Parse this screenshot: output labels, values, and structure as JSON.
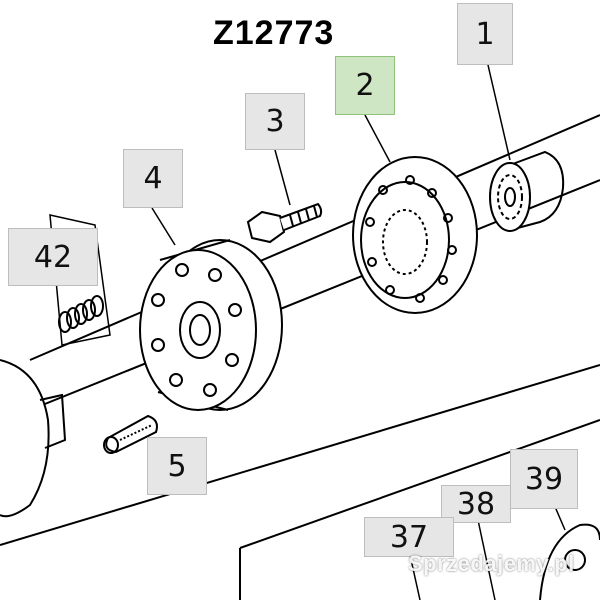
{
  "part_number": "Z12773",
  "callouts": [
    {
      "label": "1",
      "highlight": false
    },
    {
      "label": "2",
      "highlight": true
    },
    {
      "label": "3",
      "highlight": false
    },
    {
      "label": "4",
      "highlight": false
    },
    {
      "label": "42",
      "highlight": false
    },
    {
      "label": "5",
      "highlight": false
    },
    {
      "label": "39",
      "highlight": false
    },
    {
      "label": "38",
      "highlight": false
    },
    {
      "label": "37",
      "highlight": false
    }
  ],
  "colors": {
    "highlight_box": "#cfe6c4",
    "callout_box": "#e6e6e6"
  },
  "watermark": "Sprzedajemy.pl"
}
